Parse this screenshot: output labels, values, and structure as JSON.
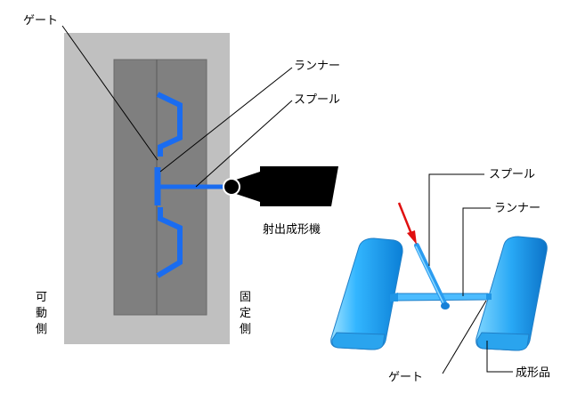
{
  "left_diagram": {
    "label_gate": "ゲート",
    "label_runner": "ランナー",
    "label_sprue": "スプール",
    "label_machine": "射出成形機",
    "label_movable": [
      "可",
      "動",
      "側"
    ],
    "label_fixed": [
      "固",
      "定",
      "側"
    ]
  },
  "right_diagram": {
    "label_sprue": "スプール",
    "label_runner": "ランナー",
    "label_gate": "ゲート",
    "label_molded": "成形品"
  },
  "colors": {
    "mold_outer": "#c0c0c0",
    "mold_inner": "#7f7f7f",
    "channel_blue": "#1a6cf0",
    "part_cyan": "#33b6ff",
    "arrow_red": "#e01010",
    "nozzle_black": "#000000"
  }
}
